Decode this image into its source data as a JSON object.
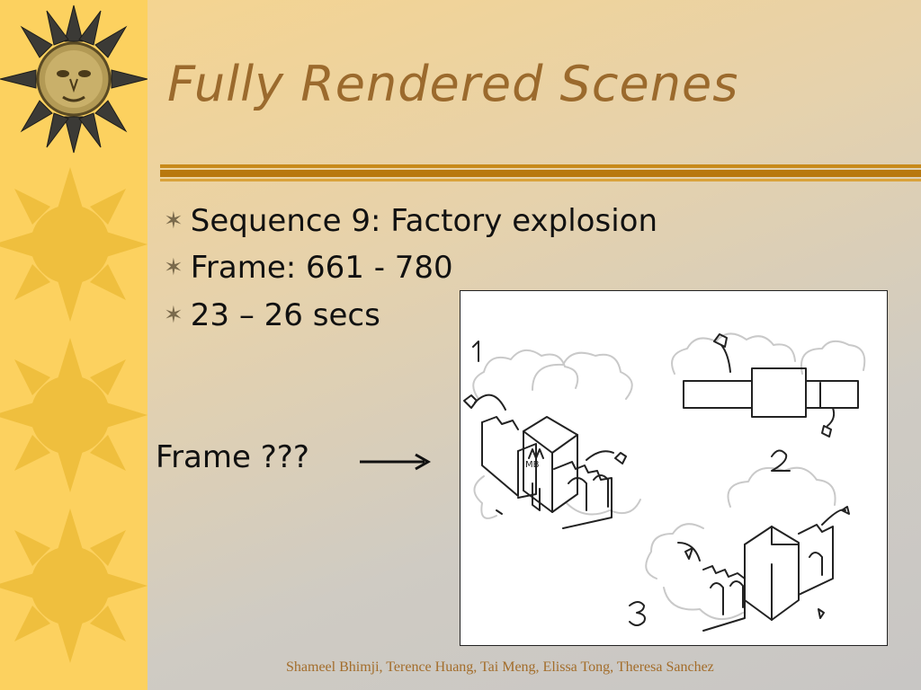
{
  "slide": {
    "title": "Fully Rendered Scenes",
    "bullets": [
      "Sequence 9: Factory explosion",
      "Frame: 661 - 780",
      "23 – 26 secs"
    ],
    "frame_label": "Frame ???",
    "sketch": {
      "labels": [
        "1.",
        "2.",
        "3."
      ],
      "building_sign": "MB"
    },
    "footer": "Shameel Bhimji, Terence Huang, Tai Meng, Elissa Tong, Theresa Sanchez"
  },
  "icons": {
    "bullet": "asterisk-star-icon",
    "decor": "sun-icon",
    "arrow": "right-arrow-icon"
  },
  "colors": {
    "side_strip": "#fcd15f",
    "title": "#9b6a2d",
    "rule": "#c88a1a",
    "footer": "#a36d2b"
  }
}
